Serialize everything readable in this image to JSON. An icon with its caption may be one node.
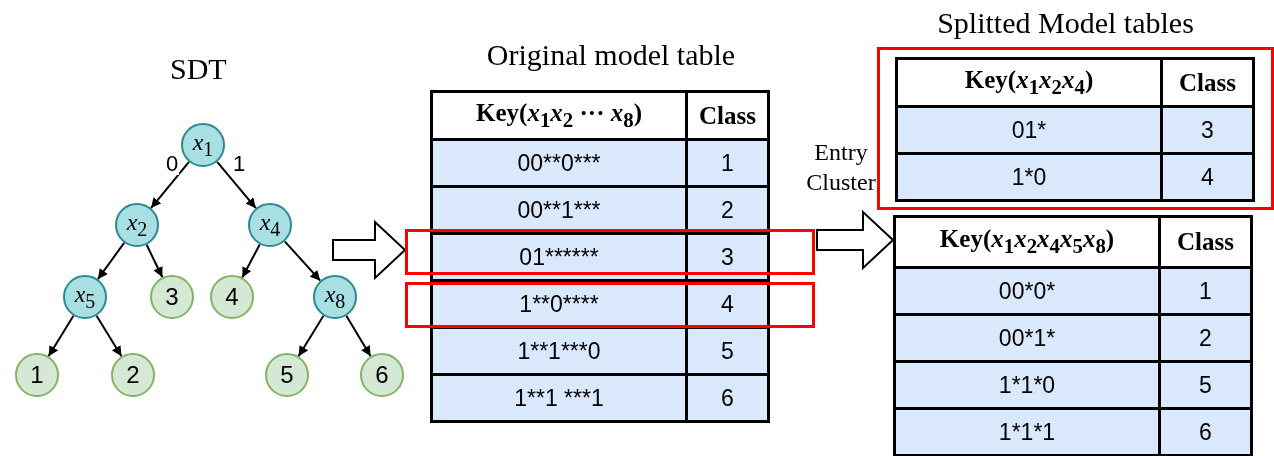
{
  "diagram": {
    "nodes": [
      {
        "text": [
          "*x*$_{1}$"
        ]
      },
      {
        "text": [
          "*x*$_{2}$"
        ]
      },
      {
        "text": [
          "*x*$_{4}$"
        ]
      },
      {
        "text": [
          "*x*$_{5}$"
        ]
      },
      {
        "text": [
          "3"
        ]
      },
      {
        "text": [
          "4"
        ]
      },
      {
        "text": [
          "*x*$_{8}$"
        ]
      },
      {
        "text": [
          "1"
        ]
      },
      {
        "text": [
          "2"
        ]
      },
      {
        "text": [
          "5"
        ]
      },
      {
        "text": [
          "6"
        ]
      },
      {
        "text": [
          "Original model table",
          "Key(*x*$_{1}$*x*$_{2}$ ··· *x*$_{8}$)",
          "Class",
          "00**0***",
          "1",
          "00**1***",
          "2",
          "01******",
          "3",
          "1**0****",
          "4",
          "1**1***0",
          "5",
          "1**1 ***1",
          "6"
        ]
      },
      {
        "text": [
          "Splitted Model tables",
          "Key(*x*$_{1}$*x*$_{2}$*x*$_{4}$)",
          "Class",
          "01*",
          "3",
          "1*0",
          "4"
        ]
      },
      {
        "text": [
          "Key(*x*$_{1}$*x*$_{2}$*x*$_{4}$*x*$_{5}$*x*$_{8}$)",
          "Class",
          "00*0*",
          "1",
          "00*1*",
          "2",
          "1*1*0",
          "5",
          "1*1*1",
          "6"
        ]
      }
    ],
    "edges": [
      {
        "from": 0,
        "to": 1,
        "arrow": "to",
        "label": "0"
      },
      {
        "from": 0,
        "to": 2,
        "arrow": "to",
        "label": "1"
      },
      {
        "from": 1,
        "to": 3,
        "arrow": "to"
      },
      {
        "from": 1,
        "to": 4,
        "arrow": "to"
      },
      {
        "from": 2,
        "to": 5,
        "arrow": "to"
      },
      {
        "from": 2,
        "to": 6,
        "arrow": "to"
      },
      {
        "from": 3,
        "to": 7,
        "arrow": "to"
      },
      {
        "from": 3,
        "to": 8,
        "arrow": "to"
      },
      {
        "from": 6,
        "to": 9,
        "arrow": "to"
      },
      {
        "from": 6,
        "to": 10,
        "arrow": "to"
      },
      {
        "from": null,
        "to": 11,
        "arrow": "to"
      },
      {
        "from": 11,
        "to": 13,
        "arrow": "to",
        "label": "Entry Cluster"
      }
    ],
    "labels": [
      "SDT"
    ]
  }
}
